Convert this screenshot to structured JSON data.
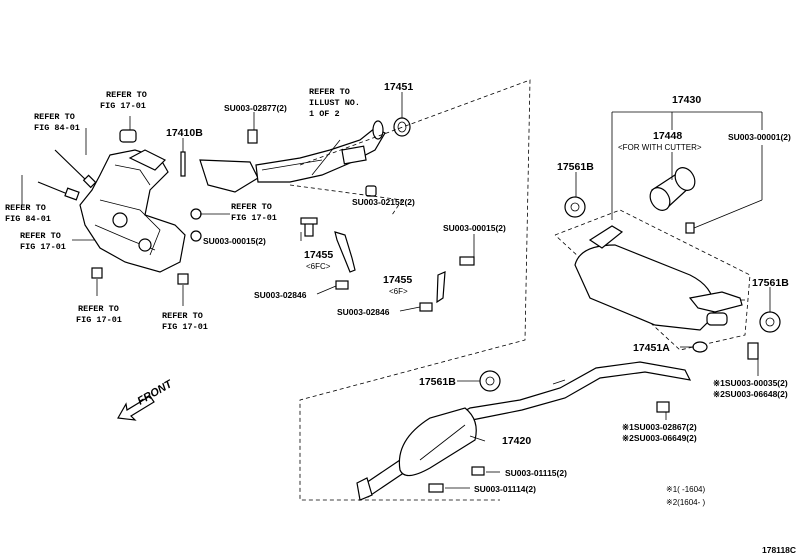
{
  "parts": {
    "p17430": "17430",
    "p17448": "17448",
    "p17448_note": "<FOR WITH CUTTER>",
    "p17451": "17451",
    "p17410b": "17410B",
    "p17561b_a": "17561B",
    "p17561b_b": "17561B",
    "p17561b_c": "17561B",
    "p17455a": "17455",
    "p17455a_note": "<6FC>",
    "p17455b": "17455",
    "p17455b_note": "<6F>",
    "p17451a": "17451A",
    "p17420": "17420"
  },
  "bolts": {
    "b_02877": "SU003-02877(2)",
    "b_00001": "SU003-00001(2)",
    "b_02152": "SU003-02152(2)",
    "b_00015a": "SU003-00015(2)",
    "b_00015b": "SU003-00015(2)",
    "b_02846a": "SU003-02846",
    "b_02846b": "SU003-02846",
    "b_00035": "※1SU003-00035(2)",
    "b_06648": "※2SU003-06648(2)",
    "b_02867": "※1SU003-02867(2)",
    "b_06649": "※2SU003-06649(2)",
    "b_01115": "SU003-01115(2)",
    "b_01114": "SU003-01114(2)"
  },
  "refs": {
    "ref_illust_1": "REFER TO",
    "ref_illust_2": "ILLUST NO.",
    "ref_illust_3": "1 OF 2",
    "r1_a": "REFER TO",
    "r1_b": "FIG 17-01",
    "r2_a": "REFER TO",
    "r2_b": "FIG 84-01",
    "r3_a": "REFER TO",
    "r3_b": "FIG 84-01",
    "r4_a": "REFER TO",
    "r4_b": "FIG 17-01",
    "r5_a": "REFER TO",
    "r5_b": "FIG 17-01",
    "r6_a": "REFER TO",
    "r6_b": "FIG 17-01",
    "r7_a": "REFER TO",
    "r7_b": "FIG 17-01"
  },
  "legend": {
    "l1": "※1(     -1604)",
    "l2": "※2(1604-     )"
  },
  "front_label": "FRONT",
  "figure_id": "178118C"
}
